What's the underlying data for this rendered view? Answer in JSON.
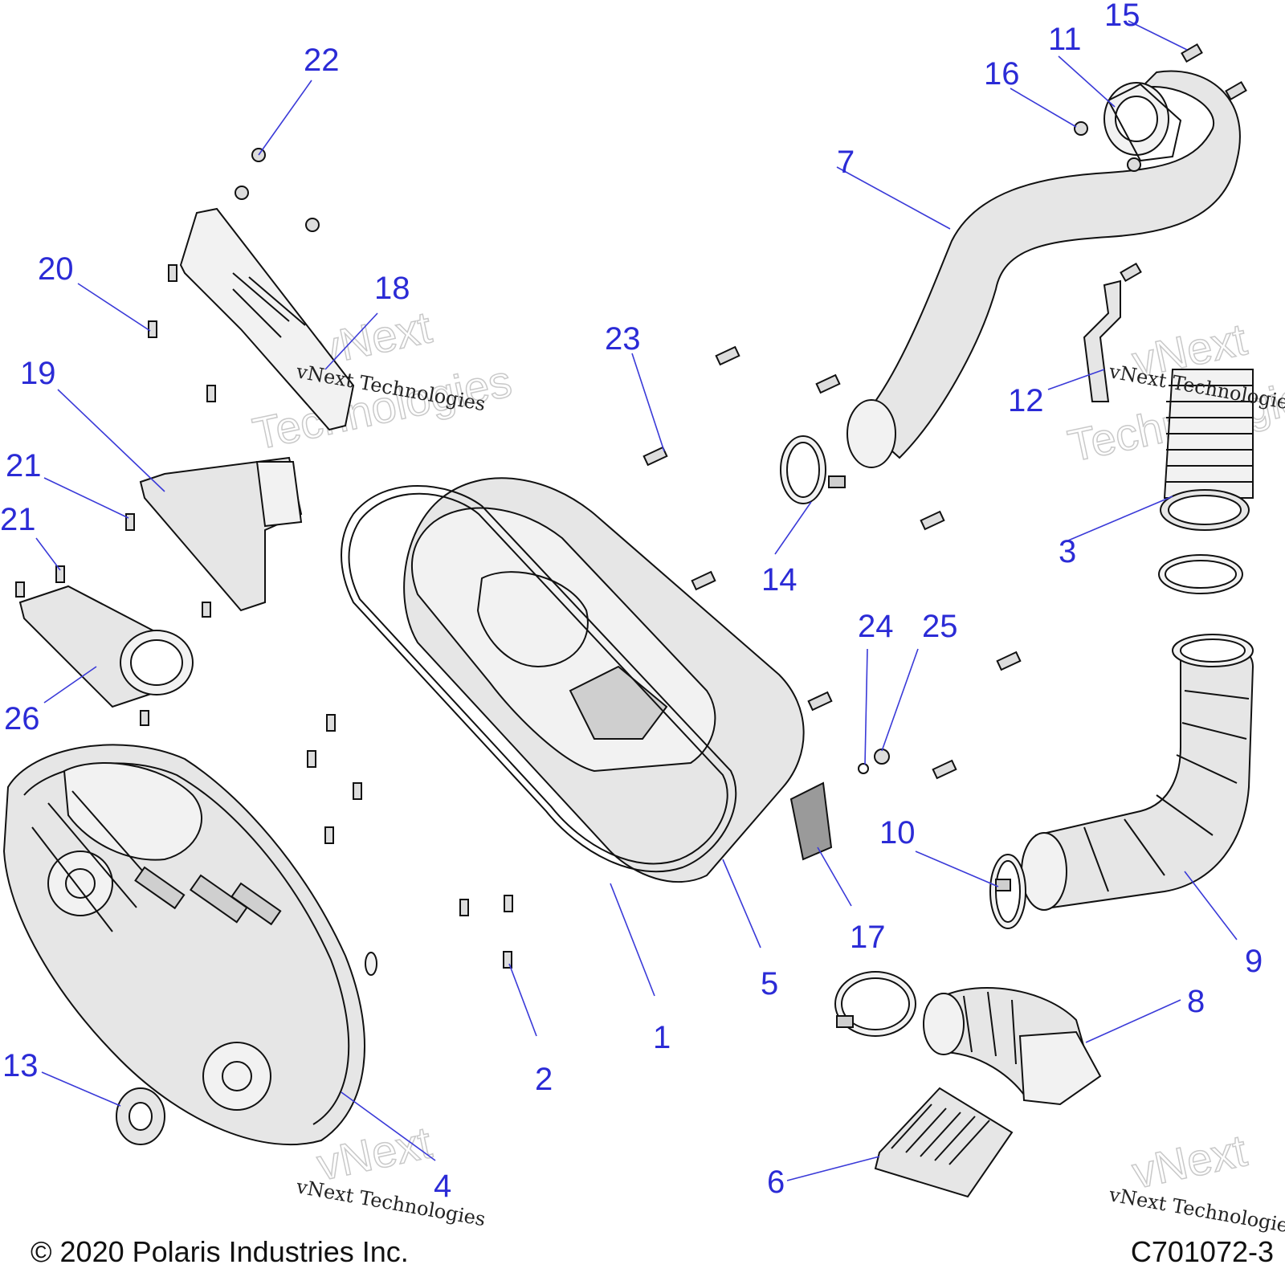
{
  "callouts": [
    {
      "id": "callout-1",
      "label": "1"
    },
    {
      "id": "callout-2",
      "label": "2"
    },
    {
      "id": "callout-3",
      "label": "3"
    },
    {
      "id": "callout-4",
      "label": "4"
    },
    {
      "id": "callout-5",
      "label": "5"
    },
    {
      "id": "callout-6",
      "label": "6"
    },
    {
      "id": "callout-7",
      "label": "7"
    },
    {
      "id": "callout-8",
      "label": "8"
    },
    {
      "id": "callout-9",
      "label": "9"
    },
    {
      "id": "callout-10",
      "label": "10"
    },
    {
      "id": "callout-11",
      "label": "11"
    },
    {
      "id": "callout-12",
      "label": "12"
    },
    {
      "id": "callout-13",
      "label": "13"
    },
    {
      "id": "callout-14",
      "label": "14"
    },
    {
      "id": "callout-15",
      "label": "15"
    },
    {
      "id": "callout-16",
      "label": "16"
    },
    {
      "id": "callout-17",
      "label": "17"
    },
    {
      "id": "callout-18",
      "label": "18"
    },
    {
      "id": "callout-19",
      "label": "19"
    },
    {
      "id": "callout-20",
      "label": "20"
    },
    {
      "id": "callout-21a",
      "label": "21"
    },
    {
      "id": "callout-21b",
      "label": "21"
    },
    {
      "id": "callout-22",
      "label": "22"
    },
    {
      "id": "callout-23",
      "label": "23"
    },
    {
      "id": "callout-24",
      "label": "24"
    },
    {
      "id": "callout-25",
      "label": "25"
    },
    {
      "id": "callout-26",
      "label": "26"
    }
  ],
  "watermark": {
    "line1": "vNext Technologies",
    "line2": "vNext",
    "line3": "Technologies"
  },
  "footer": {
    "copyright": "© 2020 Polaris Industries Inc.",
    "drawing_id": "C701072-3"
  },
  "colors": {
    "callout": "#2b2bd6",
    "linework": "#111111",
    "shading": "#e6e6e6"
  }
}
